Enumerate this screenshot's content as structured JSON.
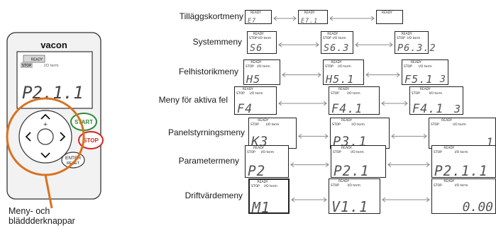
{
  "keypad": {
    "brand": "vacon",
    "status_word": "READY",
    "mode_word": "STOP",
    "source_word": "I/O term",
    "display_code": "P2.1.1",
    "plus_sign": "+",
    "start_label": "START",
    "stop_label": "STOP",
    "enter_label": "ENTER",
    "reset_label": "RESET",
    "caption_line1": "Meny- och",
    "caption_line2": "bläddderknappar"
  },
  "menus": [
    {
      "label": "Tilläggskortmeny",
      "panels": [
        {
          "status": "READY",
          "mode": "",
          "src": "",
          "code": "E7",
          "right": ""
        },
        {
          "status": "READY",
          "mode": "",
          "src": "",
          "code": "E7.1",
          "right": ""
        },
        {
          "status": "READY",
          "mode": "",
          "src": "",
          "code": "",
          "right": ""
        }
      ]
    },
    {
      "label": "Systemmeny",
      "panels": [
        {
          "status": "READY",
          "mode": "STOP",
          "src": "I/O term",
          "code": "S6",
          "right": ""
        },
        {
          "status": "READY",
          "mode": "STOP",
          "src": "I/O term",
          "code": "S6.3",
          "right": ""
        },
        {
          "status": "READY",
          "mode": "STOP",
          "src": "I/O term",
          "code": "P6.3.2",
          "right": ""
        }
      ]
    },
    {
      "label": "Felhistorikmeny",
      "panels": [
        {
          "status": "READY",
          "mode": "STOP",
          "src": "I/O term",
          "code": "H5",
          "right": ""
        },
        {
          "status": "READY",
          "mode": "STOP",
          "src": "I/O term",
          "code": "H5.1",
          "right": ""
        },
        {
          "status": "READY",
          "mode": "STOP",
          "src": "I/O term",
          "code": "F5.1",
          "right": "3"
        }
      ]
    },
    {
      "label": "Meny för aktiva fel",
      "panels": [
        {
          "status": "READY",
          "mode": "STOP",
          "src": "I/O term",
          "code": "F4",
          "right": ""
        },
        {
          "status": "READY",
          "mode": "STOP",
          "src": "I/O term",
          "code": "F4.1",
          "right": ""
        },
        {
          "status": "READY",
          "mode": "STOP",
          "src": "I/O term",
          "code": "F4.1",
          "right": "3"
        }
      ]
    },
    {
      "label": "Panelstyrningsmeny",
      "panels": [
        {
          "status": "READY",
          "mode": "STOP",
          "src": "I/O term",
          "code": "K3",
          "right": ""
        },
        {
          "status": "READY",
          "mode": "STOP",
          "src": "I/O term",
          "code": "P3.1",
          "right": ""
        },
        {
          "status": "READY",
          "mode": "STOP",
          "src": "I/O term",
          "code": "",
          "right": "1"
        }
      ]
    },
    {
      "label": "Parametermeny",
      "panels": [
        {
          "status": "READY",
          "mode": "STOP",
          "src": "I/O term",
          "code": "P2",
          "right": ""
        },
        {
          "status": "READY",
          "mode": "STOP",
          "src": "I/O term",
          "code": "P2.1",
          "right": ""
        },
        {
          "status": "READY",
          "mode": "STOP",
          "src": "I/O term",
          "code": "P2.1.1",
          "right": ""
        }
      ]
    },
    {
      "label": "Driftvärdemeny",
      "panels": [
        {
          "status": "READY",
          "mode": "STOP",
          "src": "I/O term",
          "code": "M1",
          "right": ""
        },
        {
          "status": "READY",
          "mode": "STOP",
          "src": "I/O term",
          "code": "V1.1",
          "right": ""
        },
        {
          "status": "READY",
          "mode": "STOP",
          "src": "I/O term",
          "code": "",
          "right": "0.00"
        }
      ]
    }
  ],
  "colors": {
    "orange": "#d9711f",
    "green": "#2e8b3a",
    "red": "#d42525",
    "arrow": "#888888",
    "text": "#1a1a1a"
  }
}
